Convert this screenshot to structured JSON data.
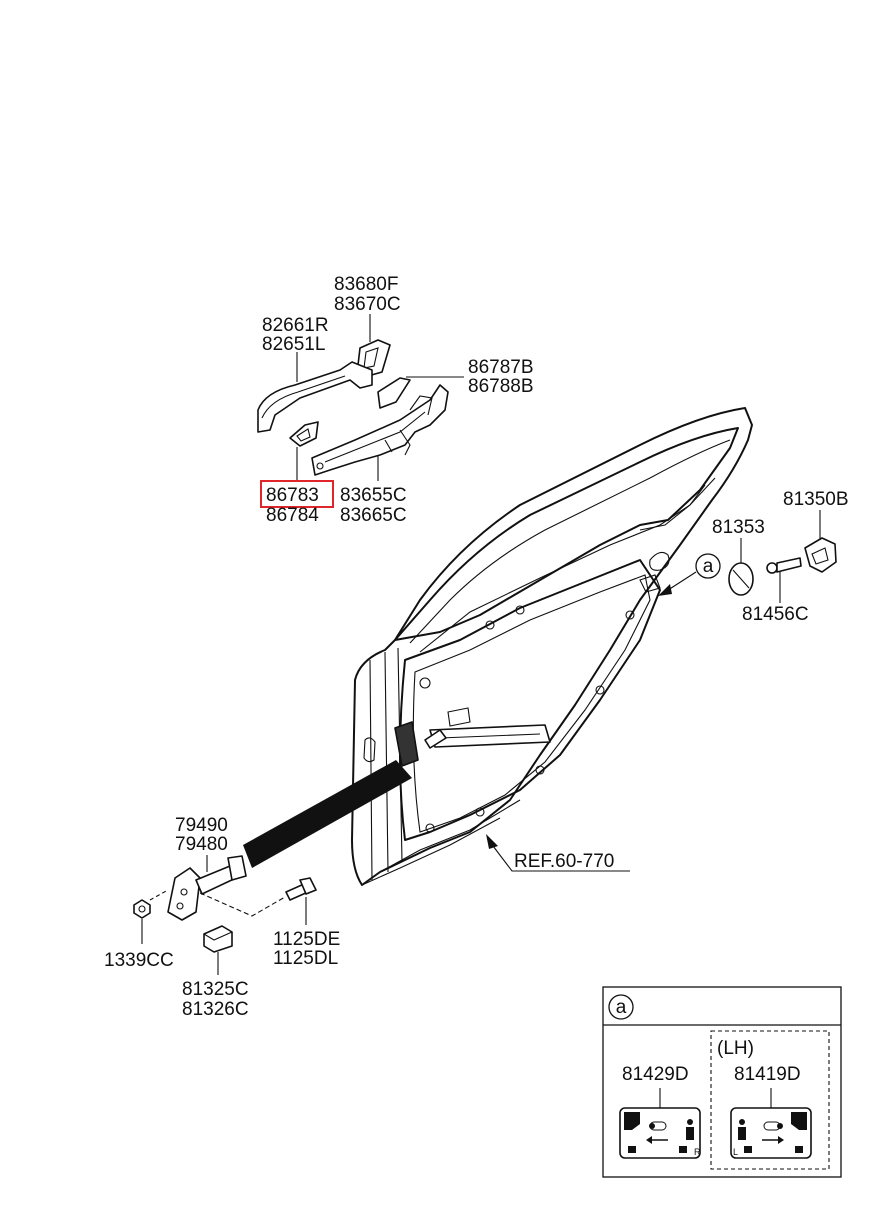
{
  "parts": {
    "label_83680F": "83680F",
    "label_83670C": "83670C",
    "label_82661R": "82661R",
    "label_82651L": "82651L",
    "label_86787B": "86787B",
    "label_86788B": "86788B",
    "label_86783": "86783",
    "label_86784": "86784",
    "label_83655C": "83655C",
    "label_83665C": "83665C",
    "label_81353": "81353",
    "label_81350B": "81350B",
    "label_81456C": "81456C",
    "label_79490": "79490",
    "label_79480": "79480",
    "label_1339CC": "1339CC",
    "label_1125DE": "1125DE",
    "label_1125DL": "1125DL",
    "label_81325C": "81325C",
    "label_81326C": "81326C",
    "callout_a": "a",
    "ref": "REF.60-770"
  },
  "highlight": {
    "part": "86783",
    "color": "#e0252b"
  },
  "detail_a": {
    "marker": "a",
    "lh_label": "(LH)",
    "left_part": "81429D",
    "right_part": "81419D",
    "left_side_letter": "R",
    "right_side_letter": "L"
  }
}
